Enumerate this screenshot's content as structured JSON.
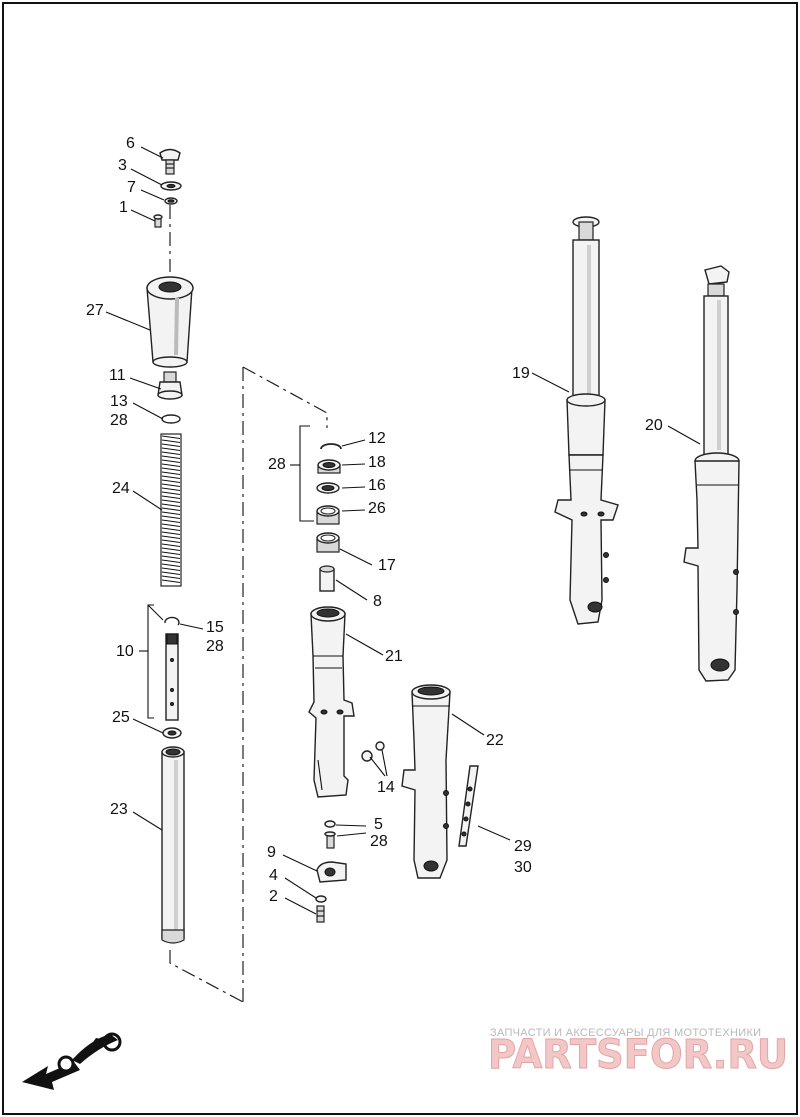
{
  "diagram": {
    "callouts": {
      "c1": "1",
      "c2": "2",
      "c3": "3",
      "c4": "4",
      "c5": "5",
      "c6": "6",
      "c7": "7",
      "c8": "8",
      "c9": "9",
      "c10": "10",
      "c11": "11",
      "c12": "12",
      "c13": "13",
      "c14": "14",
      "c15": "15",
      "c16": "16",
      "c17": "17",
      "c18": "18",
      "c19": "19",
      "c20": "20",
      "c21": "21",
      "c22": "22",
      "c23": "23",
      "c24": "24",
      "c25": "25",
      "c26": "26",
      "c27": "27",
      "c28a": "28",
      "c28b": "28",
      "c28c": "28",
      "c28d": "28",
      "c29": "29",
      "c30": "30"
    }
  },
  "watermark": {
    "tagline": "ЗАПЧАСТИ И АКСЕССУАРЫ ДЛЯ МОТОТЕХНИКИ",
    "brand": "PARTSFOR.RU"
  },
  "icons": {
    "orientation": "motorcycle-direction-icon"
  }
}
